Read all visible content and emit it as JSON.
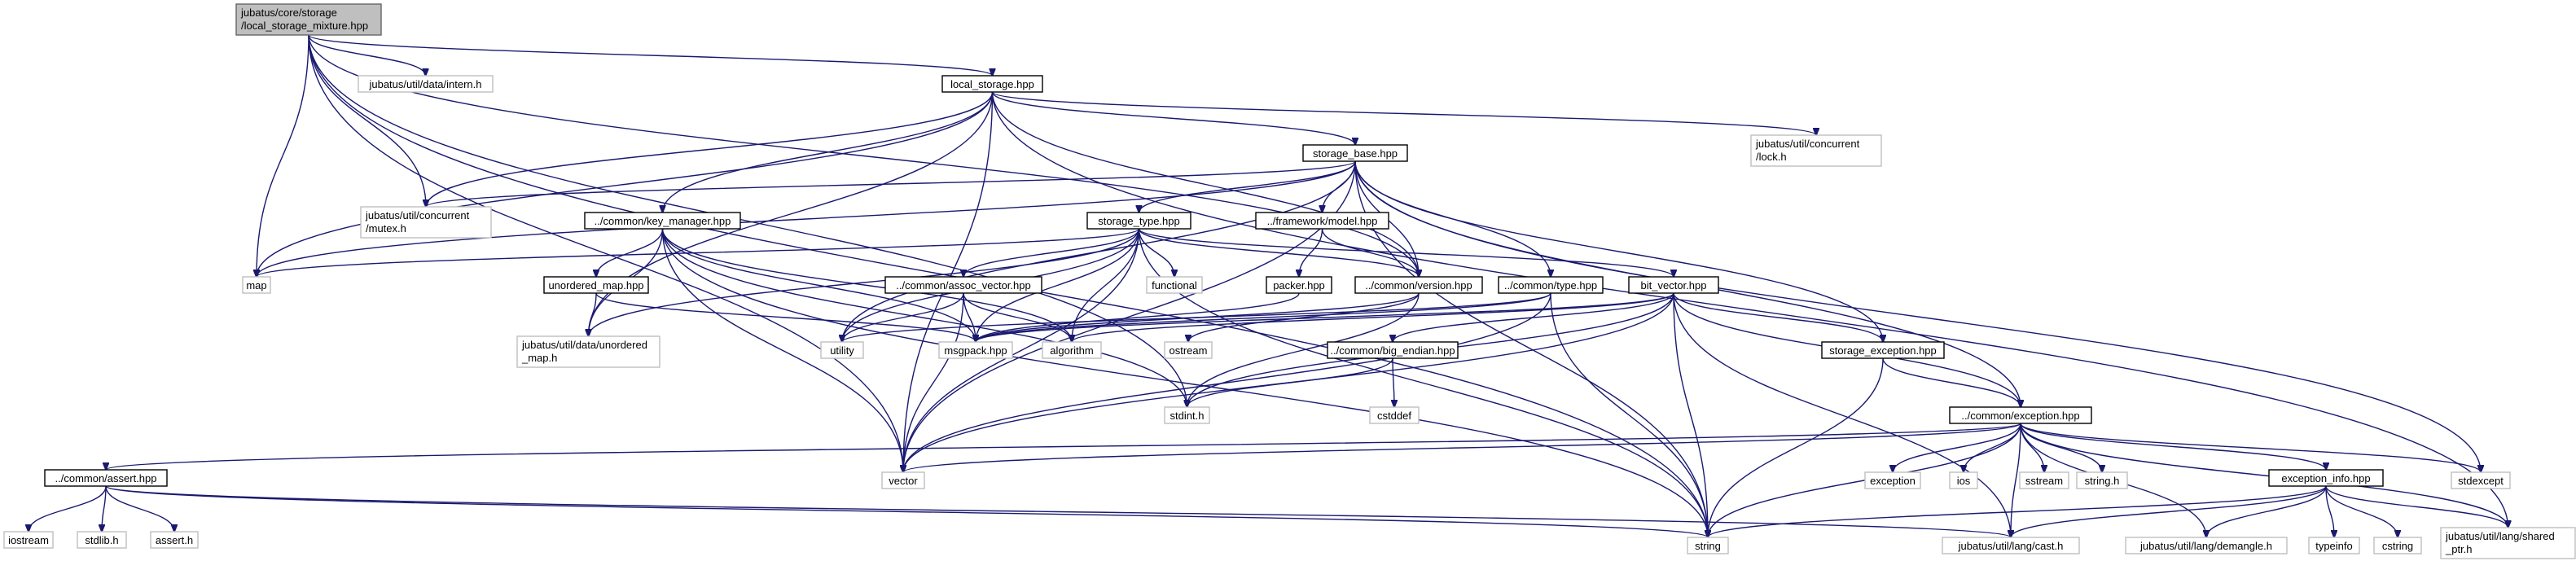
{
  "graph": {
    "root_id": "local_storage_mixture",
    "colors": {
      "edge": "#191970",
      "root_fill": "#bfbfbf",
      "project_border": "#000000",
      "external_border": "#bfbfbf"
    },
    "nodes": [
      {
        "id": "local_storage_mixture",
        "label": [
          "jubatus/core/storage",
          "/local_storage_mixture.hpp"
        ],
        "kind": "root"
      },
      {
        "id": "local_storage",
        "label": [
          "local_storage.hpp"
        ],
        "kind": "project"
      },
      {
        "id": "intern",
        "label": [
          "jubatus/util/data/intern.h"
        ],
        "kind": "external"
      },
      {
        "id": "lock",
        "label": [
          "jubatus/util/concurrent",
          "/lock.h"
        ],
        "kind": "external"
      },
      {
        "id": "storage_base",
        "label": [
          "storage_base.hpp"
        ],
        "kind": "project"
      },
      {
        "id": "mutex",
        "label": [
          "jubatus/util/concurrent",
          "/mutex.h"
        ],
        "kind": "external"
      },
      {
        "id": "key_manager",
        "label": [
          "../common/key_manager.hpp"
        ],
        "kind": "project"
      },
      {
        "id": "storage_type",
        "label": [
          "storage_type.hpp"
        ],
        "kind": "project"
      },
      {
        "id": "model",
        "label": [
          "../framework/model.hpp"
        ],
        "kind": "project"
      },
      {
        "id": "map",
        "label": [
          "map"
        ],
        "kind": "external"
      },
      {
        "id": "unordered_map_hpp",
        "label": [
          "unordered_map.hpp"
        ],
        "kind": "project"
      },
      {
        "id": "assoc_vector",
        "label": [
          "../common/assoc_vector.hpp"
        ],
        "kind": "project"
      },
      {
        "id": "functional",
        "label": [
          "functional"
        ],
        "kind": "external"
      },
      {
        "id": "packer",
        "label": [
          "packer.hpp"
        ],
        "kind": "project"
      },
      {
        "id": "version",
        "label": [
          "../common/version.hpp"
        ],
        "kind": "project"
      },
      {
        "id": "type",
        "label": [
          "../common/type.hpp"
        ],
        "kind": "project"
      },
      {
        "id": "bit_vector",
        "label": [
          "bit_vector.hpp"
        ],
        "kind": "project"
      },
      {
        "id": "unordered_map_h",
        "label": [
          "jubatus/util/data/unordered",
          "_map.h"
        ],
        "kind": "external"
      },
      {
        "id": "utility",
        "label": [
          "utility"
        ],
        "kind": "external"
      },
      {
        "id": "msgpack",
        "label": [
          "msgpack.hpp"
        ],
        "kind": "external"
      },
      {
        "id": "algorithm",
        "label": [
          "algorithm"
        ],
        "kind": "external"
      },
      {
        "id": "ostream",
        "label": [
          "ostream"
        ],
        "kind": "external"
      },
      {
        "id": "big_endian",
        "label": [
          "../common/big_endian.hpp"
        ],
        "kind": "project"
      },
      {
        "id": "storage_exception",
        "label": [
          "storage_exception.hpp"
        ],
        "kind": "project"
      },
      {
        "id": "stdint",
        "label": [
          "stdint.h"
        ],
        "kind": "external"
      },
      {
        "id": "cstddef",
        "label": [
          "cstddef"
        ],
        "kind": "external"
      },
      {
        "id": "exception_hpp",
        "label": [
          "../common/exception.hpp"
        ],
        "kind": "project"
      },
      {
        "id": "vector",
        "label": [
          "vector"
        ],
        "kind": "external"
      },
      {
        "id": "assert_hpp",
        "label": [
          "../common/assert.hpp"
        ],
        "kind": "project"
      },
      {
        "id": "exception",
        "label": [
          "exception"
        ],
        "kind": "external"
      },
      {
        "id": "ios",
        "label": [
          "ios"
        ],
        "kind": "external"
      },
      {
        "id": "sstream",
        "label": [
          "sstream"
        ],
        "kind": "external"
      },
      {
        "id": "string_h",
        "label": [
          "string.h"
        ],
        "kind": "external"
      },
      {
        "id": "exception_info",
        "label": [
          "exception_info.hpp"
        ],
        "kind": "project"
      },
      {
        "id": "stdexcept",
        "label": [
          "stdexcept"
        ],
        "kind": "external"
      },
      {
        "id": "iostream",
        "label": [
          "iostream"
        ],
        "kind": "external"
      },
      {
        "id": "stdlib",
        "label": [
          "stdlib.h"
        ],
        "kind": "external"
      },
      {
        "id": "assert_h",
        "label": [
          "assert.h"
        ],
        "kind": "external"
      },
      {
        "id": "string",
        "label": [
          "string"
        ],
        "kind": "external"
      },
      {
        "id": "cast",
        "label": [
          "jubatus/util/lang/cast.h"
        ],
        "kind": "external"
      },
      {
        "id": "demangle",
        "label": [
          "jubatus/util/lang/demangle.h"
        ],
        "kind": "external"
      },
      {
        "id": "typeinfo",
        "label": [
          "typeinfo"
        ],
        "kind": "external"
      },
      {
        "id": "cstring",
        "label": [
          "cstring"
        ],
        "kind": "external"
      },
      {
        "id": "shared_ptr",
        "label": [
          "jubatus/util/lang/shared",
          "_ptr.h"
        ],
        "kind": "external"
      }
    ],
    "edges": [
      [
        "local_storage_mixture",
        "local_storage"
      ],
      [
        "local_storage_mixture",
        "intern"
      ],
      [
        "local_storage_mixture",
        "mutex"
      ],
      [
        "local_storage_mixture",
        "map"
      ],
      [
        "local_storage_mixture",
        "version"
      ],
      [
        "local_storage_mixture",
        "vector"
      ],
      [
        "local_storage_mixture",
        "stdint"
      ],
      [
        "local_storage_mixture",
        "string"
      ],
      [
        "local_storage",
        "lock"
      ],
      [
        "local_storage",
        "storage_base"
      ],
      [
        "local_storage",
        "mutex"
      ],
      [
        "local_storage",
        "key_manager"
      ],
      [
        "local_storage",
        "map"
      ],
      [
        "local_storage",
        "unordered_map_h"
      ],
      [
        "local_storage",
        "version"
      ],
      [
        "local_storage",
        "vector"
      ],
      [
        "local_storage",
        "shared_ptr"
      ],
      [
        "storage_base",
        "mutex"
      ],
      [
        "storage_base",
        "storage_type"
      ],
      [
        "storage_base",
        "model"
      ],
      [
        "storage_base",
        "map"
      ],
      [
        "storage_base",
        "version"
      ],
      [
        "storage_base",
        "type"
      ],
      [
        "storage_base",
        "storage_exception"
      ],
      [
        "storage_base",
        "exception_hpp"
      ],
      [
        "storage_base",
        "utility"
      ],
      [
        "storage_base",
        "string"
      ],
      [
        "storage_base",
        "stdexcept"
      ],
      [
        "storage_base",
        "vector"
      ],
      [
        "key_manager",
        "unordered_map_hpp"
      ],
      [
        "key_manager",
        "unordered_map_h"
      ],
      [
        "key_manager",
        "msgpack"
      ],
      [
        "key_manager",
        "stdint"
      ],
      [
        "key_manager",
        "algorithm"
      ],
      [
        "key_manager",
        "string"
      ],
      [
        "key_manager",
        "vector"
      ],
      [
        "storage_type",
        "map"
      ],
      [
        "storage_type",
        "assoc_vector"
      ],
      [
        "storage_type",
        "functional"
      ],
      [
        "storage_type",
        "version"
      ],
      [
        "storage_type",
        "bit_vector"
      ],
      [
        "storage_type",
        "unordered_map_h"
      ],
      [
        "storage_type",
        "utility"
      ],
      [
        "storage_type",
        "msgpack"
      ],
      [
        "storage_type",
        "algorithm"
      ],
      [
        "storage_type",
        "vector"
      ],
      [
        "storage_type",
        "string"
      ],
      [
        "model",
        "packer"
      ],
      [
        "model",
        "version"
      ],
      [
        "unordered_map_hpp",
        "unordered_map_h"
      ],
      [
        "unordered_map_hpp",
        "msgpack"
      ],
      [
        "assoc_vector",
        "utility"
      ],
      [
        "assoc_vector",
        "msgpack"
      ],
      [
        "assoc_vector",
        "algorithm"
      ],
      [
        "assoc_vector",
        "vector"
      ],
      [
        "packer",
        "msgpack"
      ],
      [
        "version",
        "msgpack"
      ],
      [
        "version",
        "ostream"
      ],
      [
        "version",
        "stdint"
      ],
      [
        "type",
        "utility"
      ],
      [
        "type",
        "msgpack"
      ],
      [
        "type",
        "string"
      ],
      [
        "type",
        "vector"
      ],
      [
        "bit_vector",
        "big_endian"
      ],
      [
        "bit_vector",
        "storage_exception"
      ],
      [
        "bit_vector",
        "exception_hpp"
      ],
      [
        "bit_vector",
        "msgpack"
      ],
      [
        "bit_vector",
        "algorithm"
      ],
      [
        "bit_vector",
        "stdint"
      ],
      [
        "bit_vector",
        "string"
      ],
      [
        "bit_vector",
        "vector"
      ],
      [
        "bit_vector",
        "cast"
      ],
      [
        "big_endian",
        "stdint"
      ],
      [
        "big_endian",
        "cstddef"
      ],
      [
        "storage_exception",
        "exception_hpp"
      ],
      [
        "storage_exception",
        "string"
      ],
      [
        "exception_hpp",
        "vector"
      ],
      [
        "exception_hpp",
        "exception"
      ],
      [
        "exception_hpp",
        "ios"
      ],
      [
        "exception_hpp",
        "sstream"
      ],
      [
        "exception_hpp",
        "string_h"
      ],
      [
        "exception_hpp",
        "exception_info"
      ],
      [
        "exception_hpp",
        "stdexcept"
      ],
      [
        "exception_hpp",
        "string"
      ],
      [
        "exception_hpp",
        "cast"
      ],
      [
        "exception_hpp",
        "demangle"
      ],
      [
        "exception_hpp",
        "shared_ptr"
      ],
      [
        "exception_hpp",
        "assert_hpp"
      ],
      [
        "assert_hpp",
        "iostream"
      ],
      [
        "assert_hpp",
        "stdlib"
      ],
      [
        "assert_hpp",
        "assert_h"
      ],
      [
        "assert_hpp",
        "string"
      ],
      [
        "assert_hpp",
        "cast"
      ],
      [
        "exception_info",
        "string"
      ],
      [
        "exception_info",
        "cast"
      ],
      [
        "exception_info",
        "demangle"
      ],
      [
        "exception_info",
        "typeinfo"
      ],
      [
        "exception_info",
        "cstring"
      ],
      [
        "exception_info",
        "shared_ptr"
      ]
    ]
  }
}
